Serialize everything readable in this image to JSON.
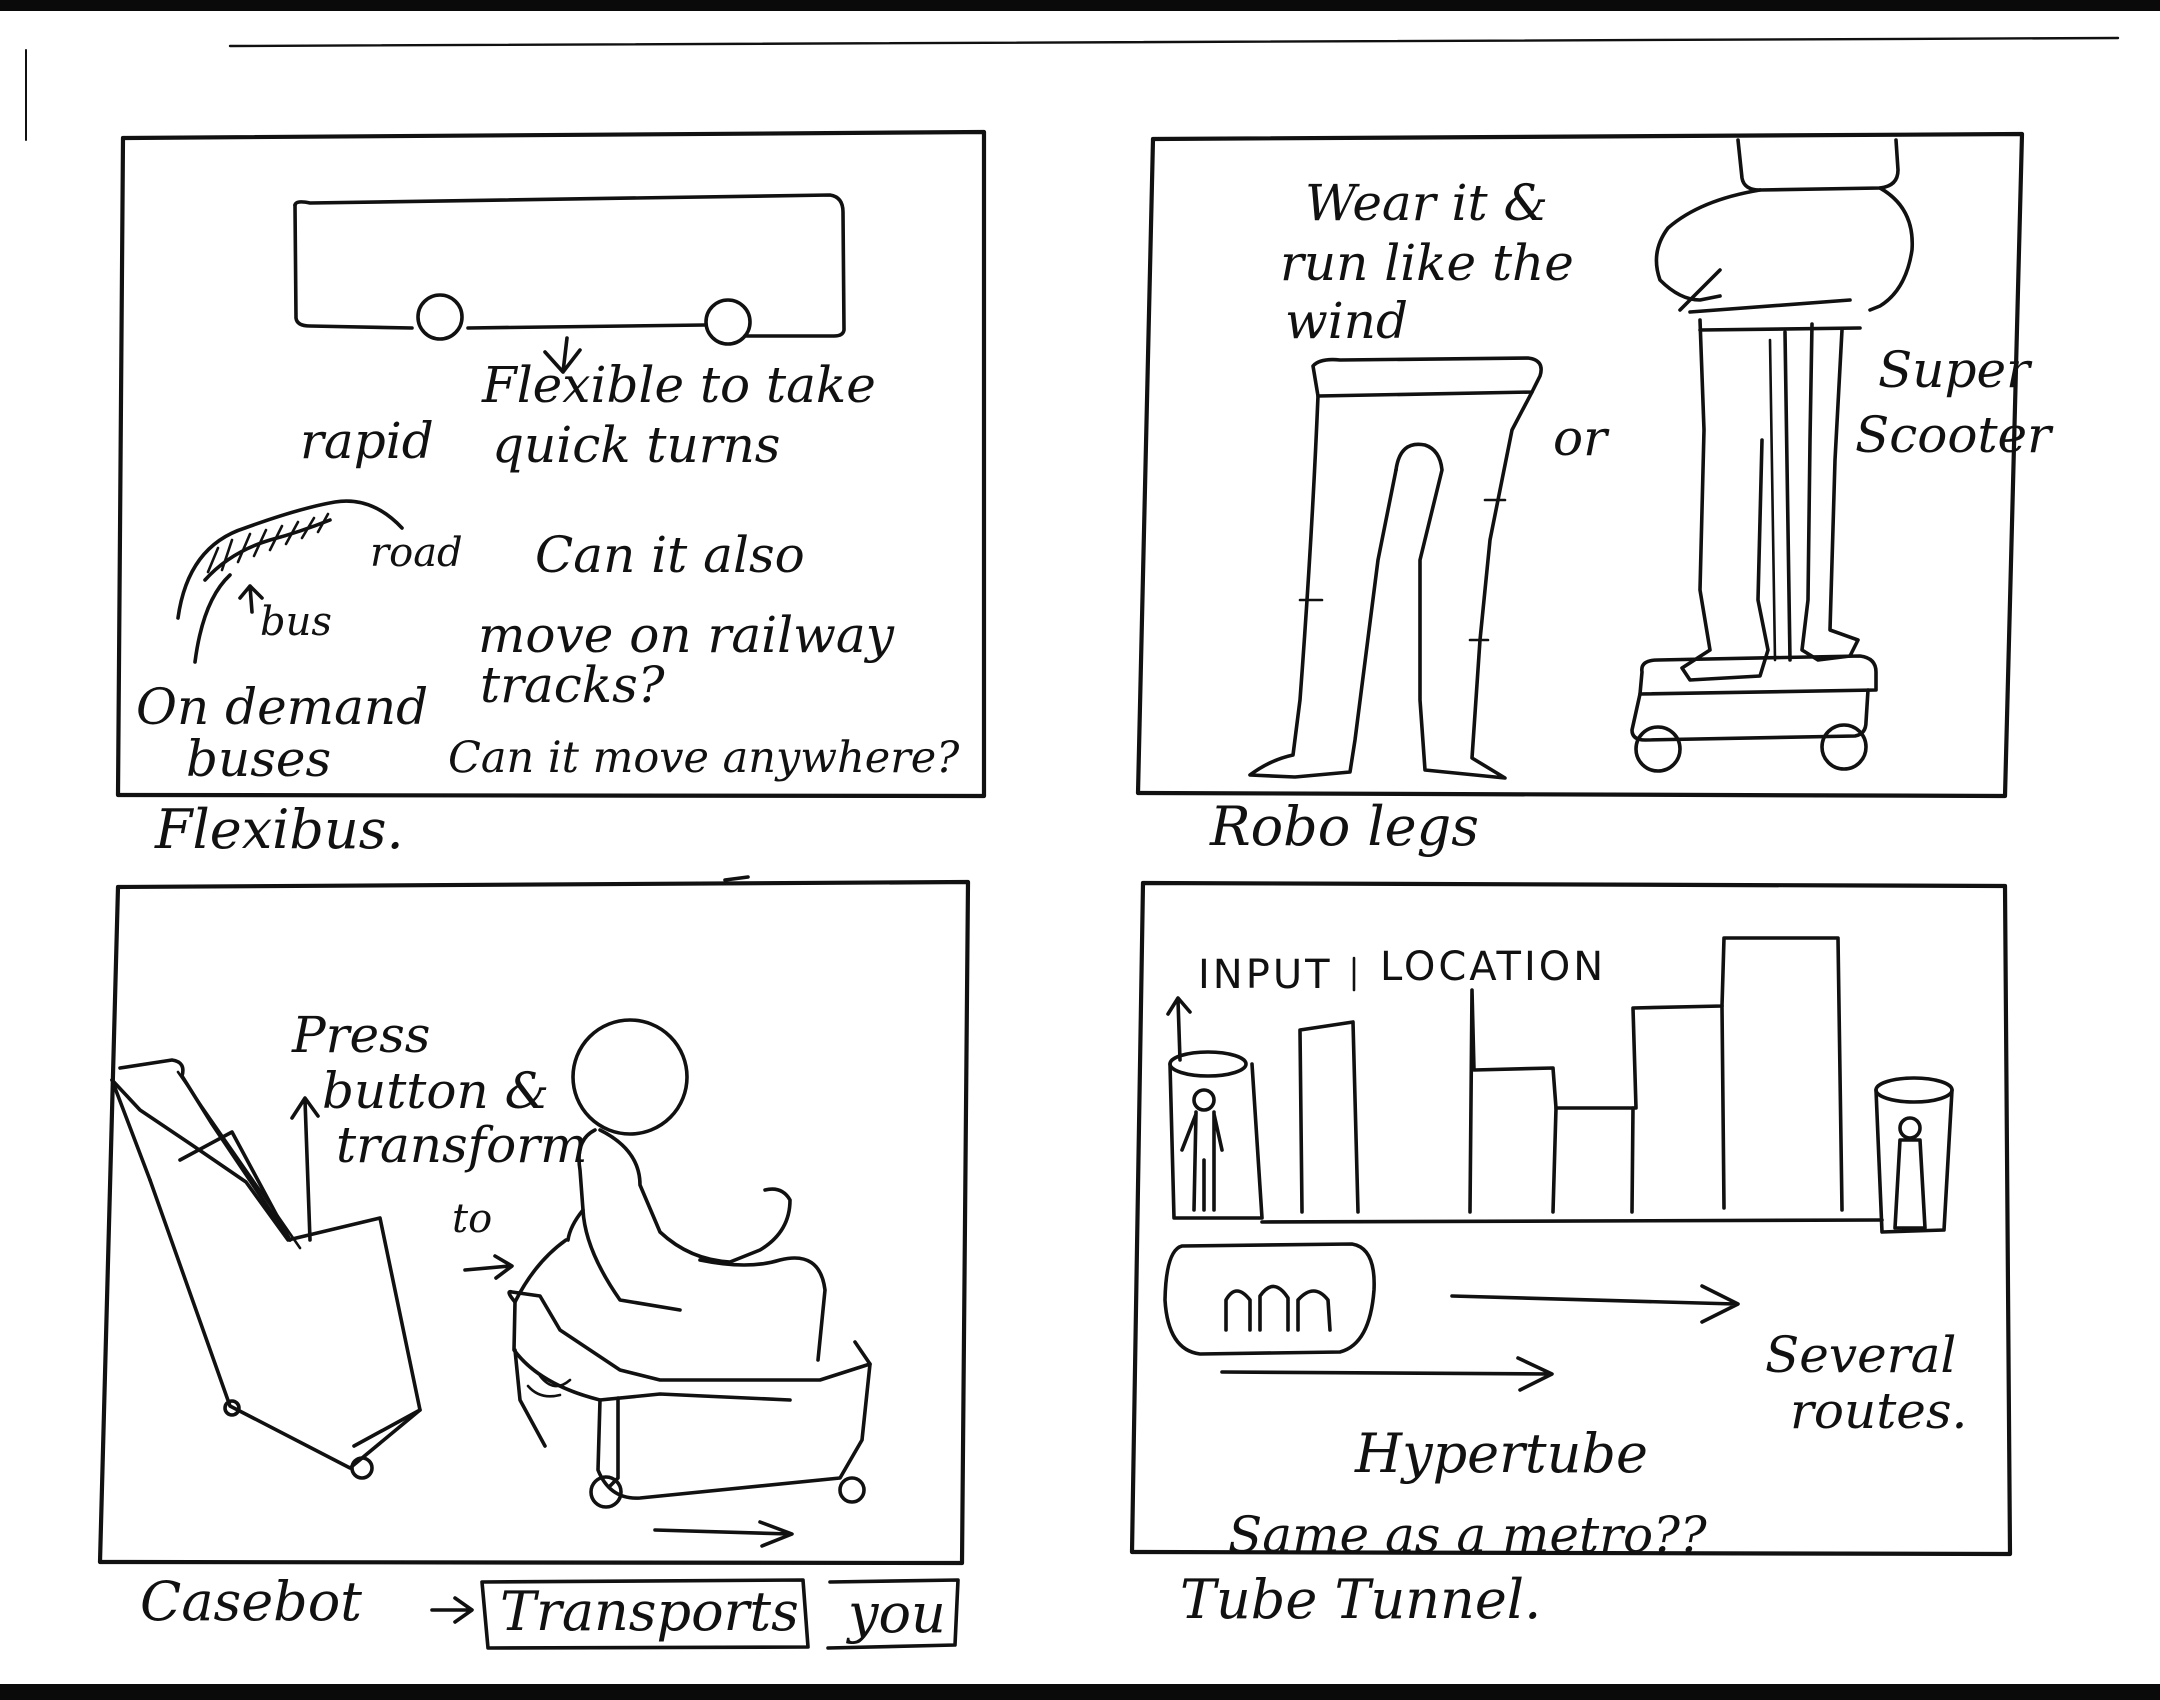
{
  "panels": [
    {
      "caption": "Flexibus.",
      "notes": {
        "line1": "Flexible to take",
        "line2a": "rapid",
        "line2b": "quick turns",
        "road": "road",
        "bus": "bus",
        "q1": "Can it also",
        "q2": "move on railway",
        "q3": "tracks?",
        "q4": "Can it move anywhere?",
        "demand1": "On demand",
        "demand2": "buses"
      }
    },
    {
      "caption": "Robo legs",
      "notes": {
        "wear1": "Wear it &",
        "wear2": "run like the",
        "wear3": "wind",
        "or": "or",
        "super1": "Super",
        "super2": "Scooter"
      }
    },
    {
      "caption_a": "Casebot",
      "caption_b": "Transports",
      "caption_c": "you",
      "notes": {
        "press1": "Press",
        "press2": "button &",
        "press3": "transform",
        "press4": "to"
      }
    },
    {
      "caption": "Tube Tunnel.",
      "notes": {
        "input": "INPUT",
        "location": "LOCATION",
        "several1": "Several",
        "several2": "routes.",
        "hypertube": "Hypertube",
        "metro": "Same as a metro??"
      }
    }
  ]
}
